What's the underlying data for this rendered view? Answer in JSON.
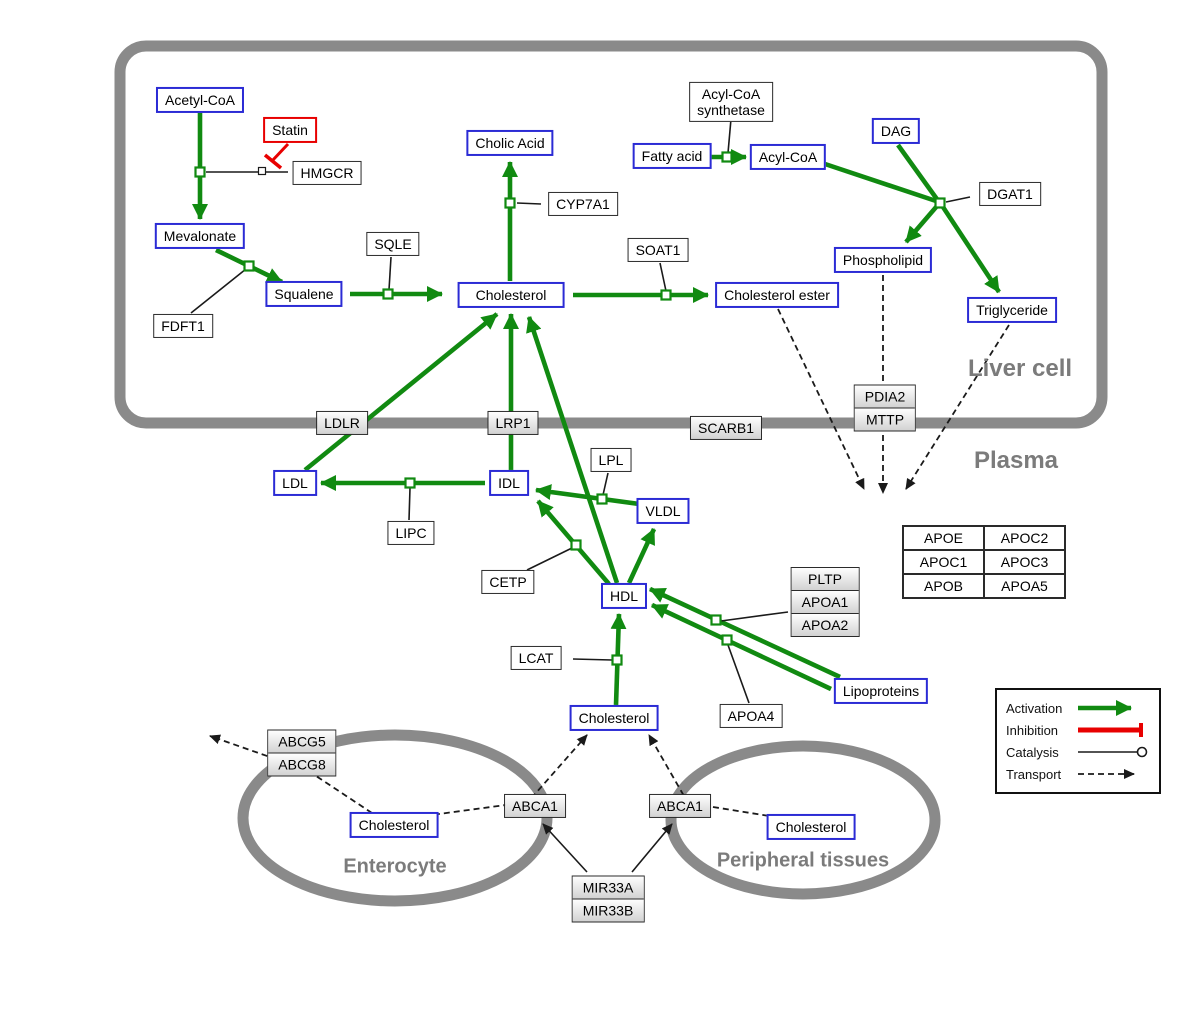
{
  "compartments": {
    "liver": "Liver cell",
    "plasma": "Plasma",
    "enterocyte": "Enterocyte",
    "peripheral": "Peripheral tissues"
  },
  "metabolites": {
    "acetyl_coa": "Acetyl-CoA",
    "mevalonate": "Mevalonate",
    "squalene": "Squalene",
    "cholic_acid": "Cholic Acid",
    "cholesterol_liver": "Cholesterol",
    "fatty_acid": "Fatty acid",
    "acyl_coa": "Acyl-CoA",
    "dag": "DAG",
    "phospholipid": "Phospholipid",
    "cholesterol_ester": "Cholesterol ester",
    "triglyceride": "Triglyceride",
    "ldl": "LDL",
    "idl": "IDL",
    "vldl": "VLDL",
    "hdl": "HDL",
    "lipoproteins": "Lipoproteins",
    "cholesterol_plasma": "Cholesterol",
    "cholesterol_enterocyte": "Cholesterol",
    "cholesterol_peripheral": "Cholesterol"
  },
  "proteins": {
    "statin": "Statin",
    "hmgcr": "HMGCR",
    "sqle": "SQLE",
    "fdft1": "FDFT1",
    "cyp7a1": "CYP7A1",
    "soat1": "SOAT1",
    "acyl_coa_synthetase_line1": "Acyl-CoA",
    "acyl_coa_synthetase_line2": "synthetase",
    "dgat1": "DGAT1",
    "ldlr": "LDLR",
    "lrp1": "LRP1",
    "scarb1": "SCARB1",
    "pdia2": "PDIA2",
    "mttp": "MTTP",
    "lpl": "LPL",
    "lipc": "LIPC",
    "cetp": "CETP",
    "lcat": "LCAT",
    "pltp": "PLTP",
    "apoa1": "APOA1",
    "apoa2": "APOA2",
    "apoa4": "APOA4",
    "apoe": "APOE",
    "apoc2": "APOC2",
    "apoc1": "APOC1",
    "apoc3": "APOC3",
    "apob": "APOB",
    "apoa5": "APOA5",
    "abcg5": "ABCG5",
    "abcg8": "ABCG8",
    "abca1_enterocyte": "ABCA1",
    "abca1_peripheral": "ABCA1",
    "mir33a": "MIR33A",
    "mir33b": "MIR33B"
  },
  "legend": {
    "activation": "Activation",
    "inhibition": "Inhibition",
    "catalysis": "Catalysis",
    "transport": "Transport"
  },
  "colors": {
    "activation_green": "#118a11",
    "inhibition_red": "#e80000",
    "metabolite_blue": "#2b2bd5",
    "membrane_gray": "#8a8a8a"
  }
}
